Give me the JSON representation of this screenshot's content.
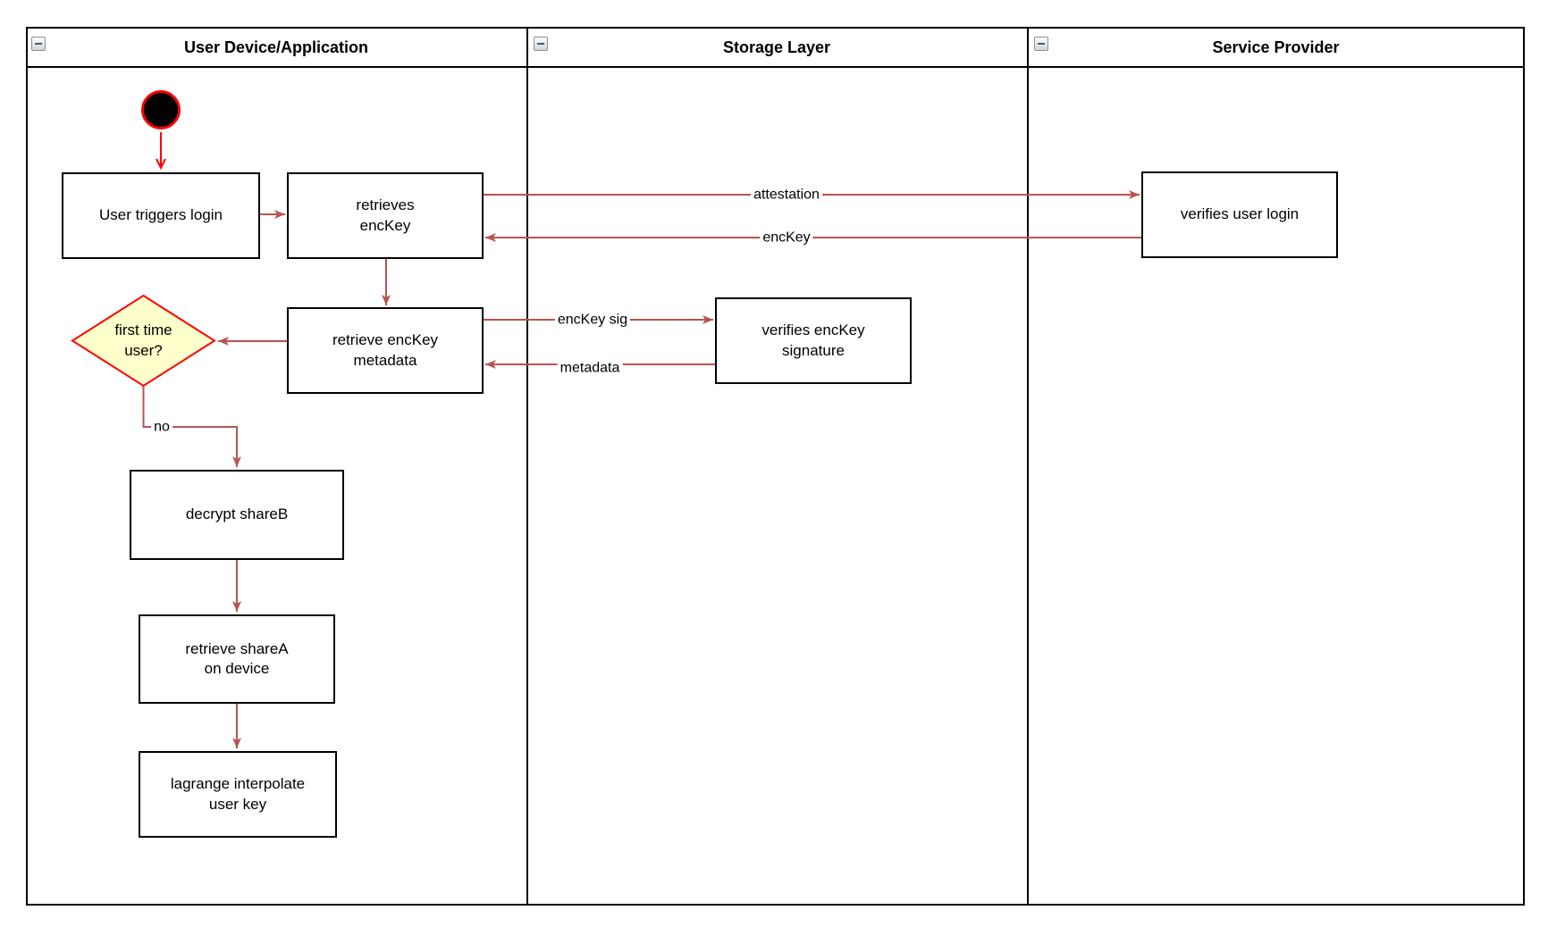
{
  "lanes": [
    {
      "title": "User Device/Application",
      "collapse_icon": "minus-icon"
    },
    {
      "title": "Storage Layer",
      "collapse_icon": "minus-icon"
    },
    {
      "title": "Service Provider",
      "collapse_icon": "minus-icon"
    }
  ],
  "nodes": {
    "start": {
      "type": "initial-state-disc"
    },
    "user_triggers_login": {
      "label": "User triggers login"
    },
    "retrieves_enckey": {
      "label": "retrieves\nencKey"
    },
    "retrieve_enckey_metadata": {
      "label": "retrieve encKey\nmetadata"
    },
    "first_time_user": {
      "label": "first time\nuser?"
    },
    "decrypt_shareb": {
      "label": "decrypt shareB"
    },
    "retrieve_sharea": {
      "label": "retrieve shareA\non device"
    },
    "lagrange_interpolate": {
      "label": "lagrange interpolate\nuser key"
    },
    "verifies_enckey_signature": {
      "label": "verifies encKey\nsignature"
    },
    "verifies_user_login": {
      "label": "verifies user login"
    }
  },
  "edge_labels": {
    "attestation": "attestation",
    "enckey": "encKey",
    "enckey_sig": "encKey sig",
    "metadata": "metadata",
    "no": "no"
  },
  "colors": {
    "edge": "#b85450",
    "highlight": "#ff0000",
    "decision_fill": "#ffffcc",
    "node_border": "#000000"
  }
}
